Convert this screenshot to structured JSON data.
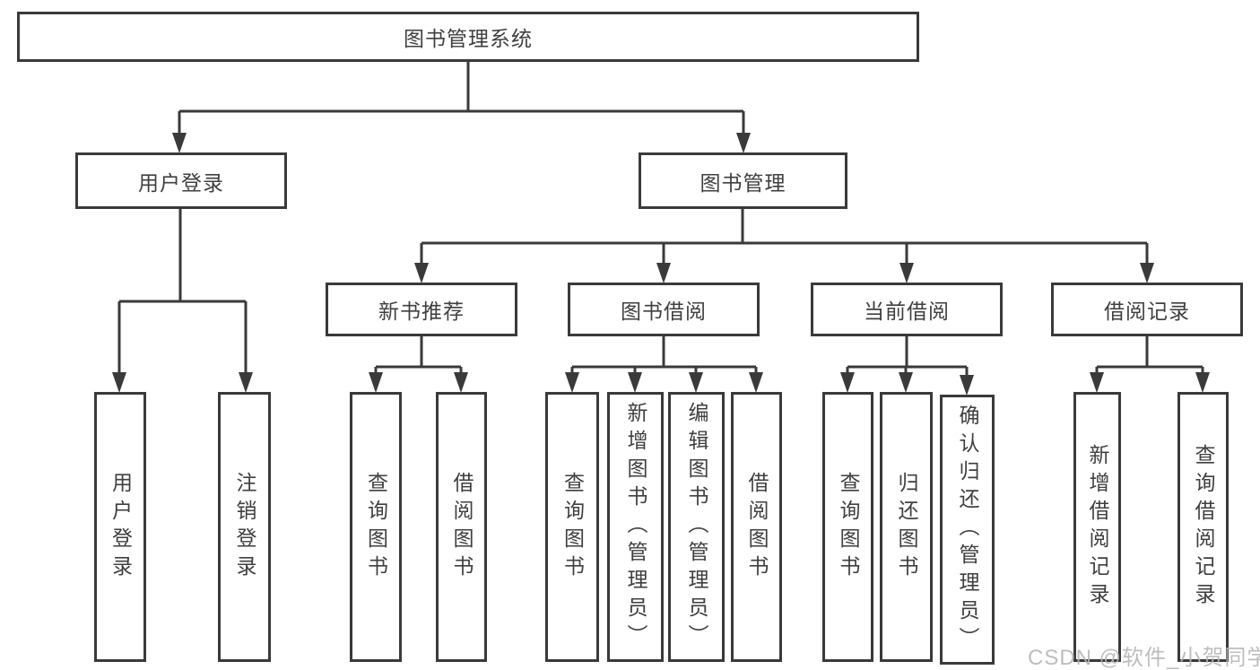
{
  "diagram": {
    "type": "hierarchy-tree",
    "title": "图书管理系统",
    "watermark": "CSDN @软件_小贺同学",
    "colors": {
      "background": "#ffffff",
      "box_border": "#3a3a3a",
      "line": "#3a3a3a",
      "text": "#3f3f3f",
      "watermark": "#b5b5b5"
    },
    "nodes": {
      "root": "图书管理系统",
      "user_login": "用户登录",
      "book_mgmt": "图书管理",
      "new_book_rec": "新书推荐",
      "book_borrow": "图书借阅",
      "current_borrow": "当前借阅",
      "borrow_records": "借阅记录",
      "leaf_user_login": "用户登录",
      "leaf_logout": "注销登录",
      "rec_query_books": "查询图书",
      "rec_borrow_books": "借阅图书",
      "bb_query_books": "查询图书",
      "bb_add_books": "新增图书（管理员）",
      "bb_edit_books": "编辑图书（管理员）",
      "bb_borrow_books": "借阅图书",
      "cb_query_books": "查询图书",
      "cb_return_books": "归还图书",
      "cb_confirm_return": "确认归还（管理员）",
      "br_add_record": "新增借阅记录",
      "br_query_record": "查询借阅记录"
    },
    "edges": [
      [
        "root",
        "user_login"
      ],
      [
        "root",
        "book_mgmt"
      ],
      [
        "user_login",
        "leaf_user_login"
      ],
      [
        "user_login",
        "leaf_logout"
      ],
      [
        "book_mgmt",
        "new_book_rec"
      ],
      [
        "book_mgmt",
        "book_borrow"
      ],
      [
        "book_mgmt",
        "current_borrow"
      ],
      [
        "book_mgmt",
        "borrow_records"
      ],
      [
        "new_book_rec",
        "rec_query_books"
      ],
      [
        "new_book_rec",
        "rec_borrow_books"
      ],
      [
        "book_borrow",
        "bb_query_books"
      ],
      [
        "book_borrow",
        "bb_add_books"
      ],
      [
        "book_borrow",
        "bb_edit_books"
      ],
      [
        "book_borrow",
        "bb_borrow_books"
      ],
      [
        "current_borrow",
        "cb_query_books"
      ],
      [
        "current_borrow",
        "cb_return_books"
      ],
      [
        "current_borrow",
        "cb_confirm_return"
      ],
      [
        "borrow_records",
        "br_add_record"
      ],
      [
        "borrow_records",
        "br_query_record"
      ]
    ]
  }
}
